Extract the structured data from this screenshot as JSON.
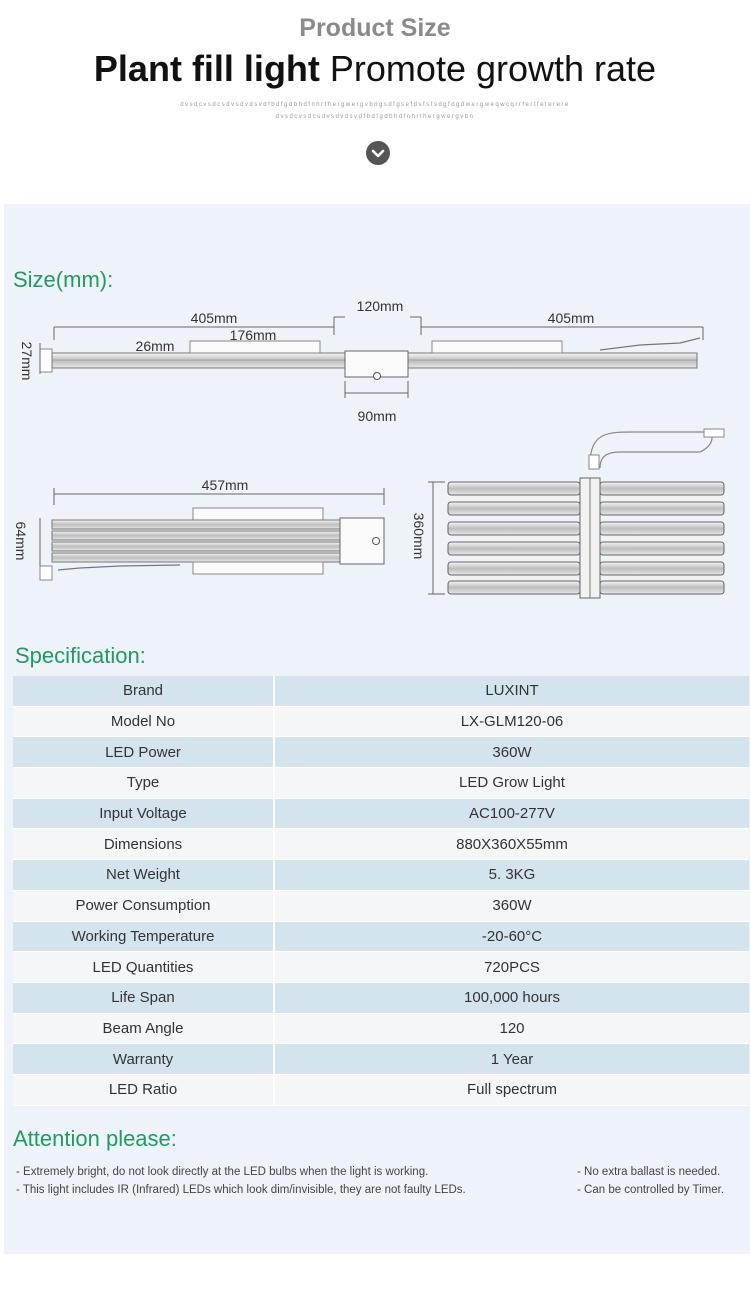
{
  "header": {
    "pre_title": "Product Size",
    "title_bold": "Plant fill light",
    "title_light": "Promote growth rate",
    "filler_line1": "dvsdcvsdcsdvsdvdsvdfbdfgdbhdfnhrthergwergvbngsdfgsefdsfsfsdgfdgdwergweqwcqrrfertfeterere",
    "filler_line2": "dvsdcvsdcsdvsdvdsvdfbdfgdbhdfnhrthergwergvbn",
    "scroll_icon": "chevron-down-icon"
  },
  "size_section": {
    "title": "Size(mm):",
    "dims": {
      "d405_left": "405mm",
      "d120": "120mm",
      "d405_right": "405mm",
      "d176": "176mm",
      "d26": "26mm",
      "d27": "27mm",
      "d90": "90mm",
      "d457": "457mm",
      "d64": "64mm",
      "d360": "360mm"
    }
  },
  "specification": {
    "title": "Specification:",
    "rows": [
      {
        "label": "Brand",
        "value": "LUXINT"
      },
      {
        "label": "Model No",
        "value": "LX-GLM120-06"
      },
      {
        "label": "LED Power",
        "value": "360W"
      },
      {
        "label": "Type",
        "value": "LED Grow  Light"
      },
      {
        "label": "Input Voltage",
        "value": "AC100-277V"
      },
      {
        "label": "Dimensions",
        "value": "880X360X55mm"
      },
      {
        "label": "Net Weight",
        "value": "5. 3KG"
      },
      {
        "label": "Power Consumption",
        "value": "360W"
      },
      {
        "label": "Working Temperature",
        "value": "-20-60°C"
      },
      {
        "label": "LED Quantities",
        "value": "720PCS"
      },
      {
        "label": "Life Span",
        "value": "100,000 hours"
      },
      {
        "label": "Beam Angle",
        "value": "120"
      },
      {
        "label": "Warranty",
        "value": "1 Year"
      },
      {
        "label": "LED  Ratio",
        "value": "Full spectrum"
      }
    ]
  },
  "attention": {
    "title": "Attention please:",
    "left_notes": [
      "-  Extremely bright, do not look directly at the LED bulbs when the light is working.",
      "-  This light includes IR (Infrared) LEDs which look dim/invisible, they are not faulty LEDs."
    ],
    "right_notes": [
      "-  No extra ballast is needed.",
      "-  Can be controlled by Timer."
    ]
  },
  "colors": {
    "accent_green": "#1f9c62",
    "panel_bg": "#eef3f9",
    "row_blue": "#d4e4ef",
    "row_light": "#f4f6f8"
  }
}
